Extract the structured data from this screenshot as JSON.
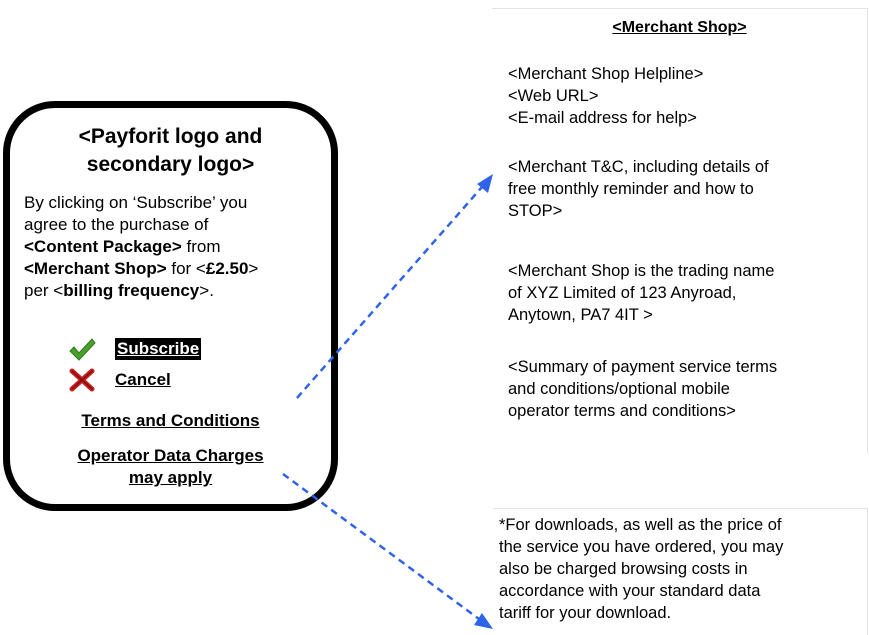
{
  "phone": {
    "title_line1": "<Payforit logo and",
    "title_line2": "secondary logo>",
    "body": {
      "line1": "By clicking on ‘Subscribe’ you",
      "line2": "agree to the purchase of",
      "content_package": "<Content Package>",
      "from": " from",
      "merchant_shop": "<Merchant Shop>",
      "for": " for <",
      "price": "£2.50",
      "close_bracket": ">",
      "per": "per <",
      "billing_frequency": "billing frequency",
      "end": ">."
    },
    "subscribe_label": "Subscribe",
    "cancel_label": "Cancel",
    "terms_link": "Terms and Conditions",
    "data_charges_line1": "Operator Data Charges",
    "data_charges_line2": "may apply",
    "icons": {
      "subscribe": "checkmark-icon",
      "cancel": "cross-icon"
    },
    "colors": {
      "check": "#4aa02c",
      "cross": "#cc1f1f"
    }
  },
  "merchant_panel": {
    "title": "<Merchant Shop>",
    "contact": [
      "<Merchant Shop Helpline>",
      "<Web URL>",
      "<E-mail address for help>"
    ],
    "tc": [
      "<Merchant T&C, including details of",
      "free monthly reminder and how to",
      "STOP>"
    ],
    "trading": [
      "<Merchant Shop is the trading name",
      "of XYZ Limited of 123 Anyroad,",
      "Anytown, PA7 4IT >"
    ],
    "summary": [
      "<Summary of payment service terms",
      "and conditions/optional mobile",
      "operator terms and conditions>"
    ]
  },
  "download_note": [
    "*For downloads, as well as the price of",
    "the service you have ordered, you may",
    "also be charged browsing costs in",
    "accordance with your standard data",
    "tariff for your download."
  ],
  "arrow_color": "#2f63e8"
}
